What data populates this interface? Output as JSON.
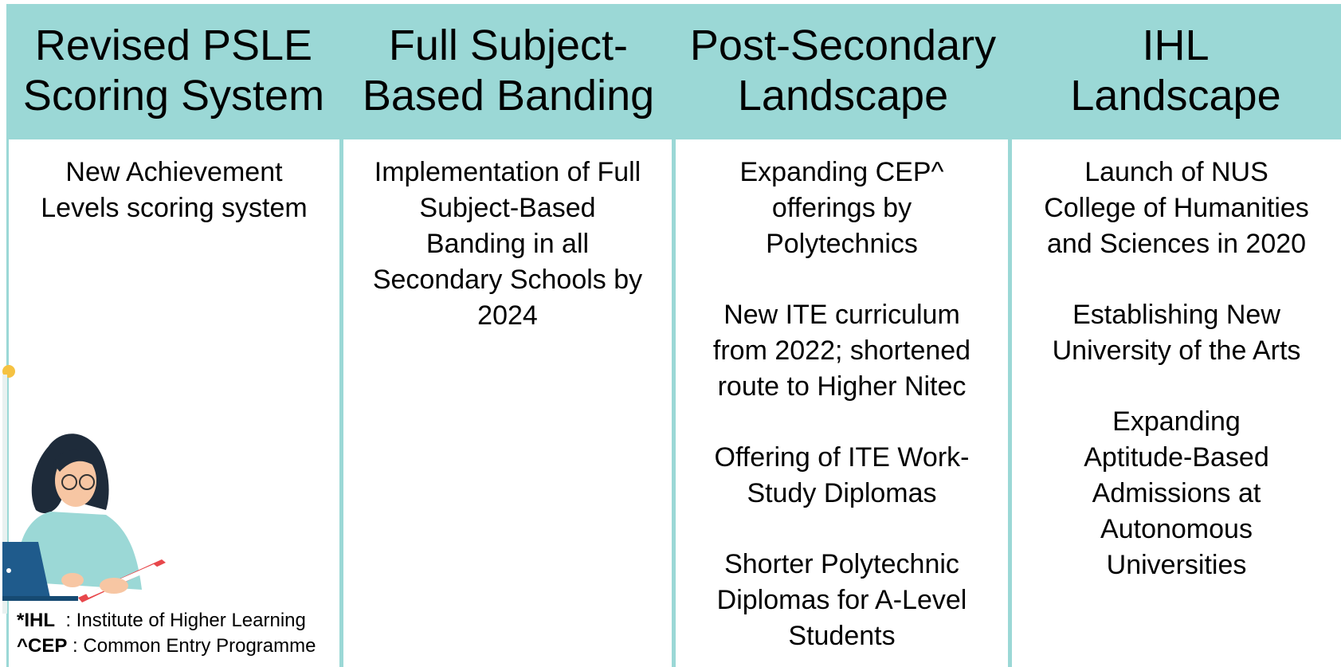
{
  "headers": [
    "Revised PSLE\nScoring System",
    "Full Subject-\nBased Banding",
    "Post-Secondary\nLandscape",
    "IHL\nLandscape"
  ],
  "columns": [
    {
      "items": [
        "New Achievement\nLevels scoring system"
      ]
    },
    {
      "items": [
        "Implementation of Full\nSubject-Based\nBanding in all\nSecondary Schools by\n2024"
      ]
    },
    {
      "items": [
        "Expanding CEP^\nofferings by\nPolytechnics",
        "New ITE curriculum\nfrom 2022; shortened\nroute to Higher Nitec",
        "Offering of ITE Work-\nStudy Diplomas",
        "Shorter Polytechnic\nDiplomas for A-Level\nStudents"
      ]
    },
    {
      "items": [
        "Launch of NUS\nCollege of Humanities\nand Sciences in 2020",
        "Establishing New\nUniversity of the Arts",
        "Expanding\nAptitude-Based\nAdmissions at\nAutonomous\nUniversities"
      ]
    }
  ],
  "footnotes": [
    {
      "abbr": "*IHL",
      "sep": "  : ",
      "text": "Institute of Higher Learning"
    },
    {
      "abbr": "^CEP",
      "sep": " : ",
      "text": "Common Entry Programme"
    }
  ],
  "colors": {
    "teal": "#9bd8d6",
    "laptop": "#1f5b8c",
    "book": "#e8474b"
  }
}
